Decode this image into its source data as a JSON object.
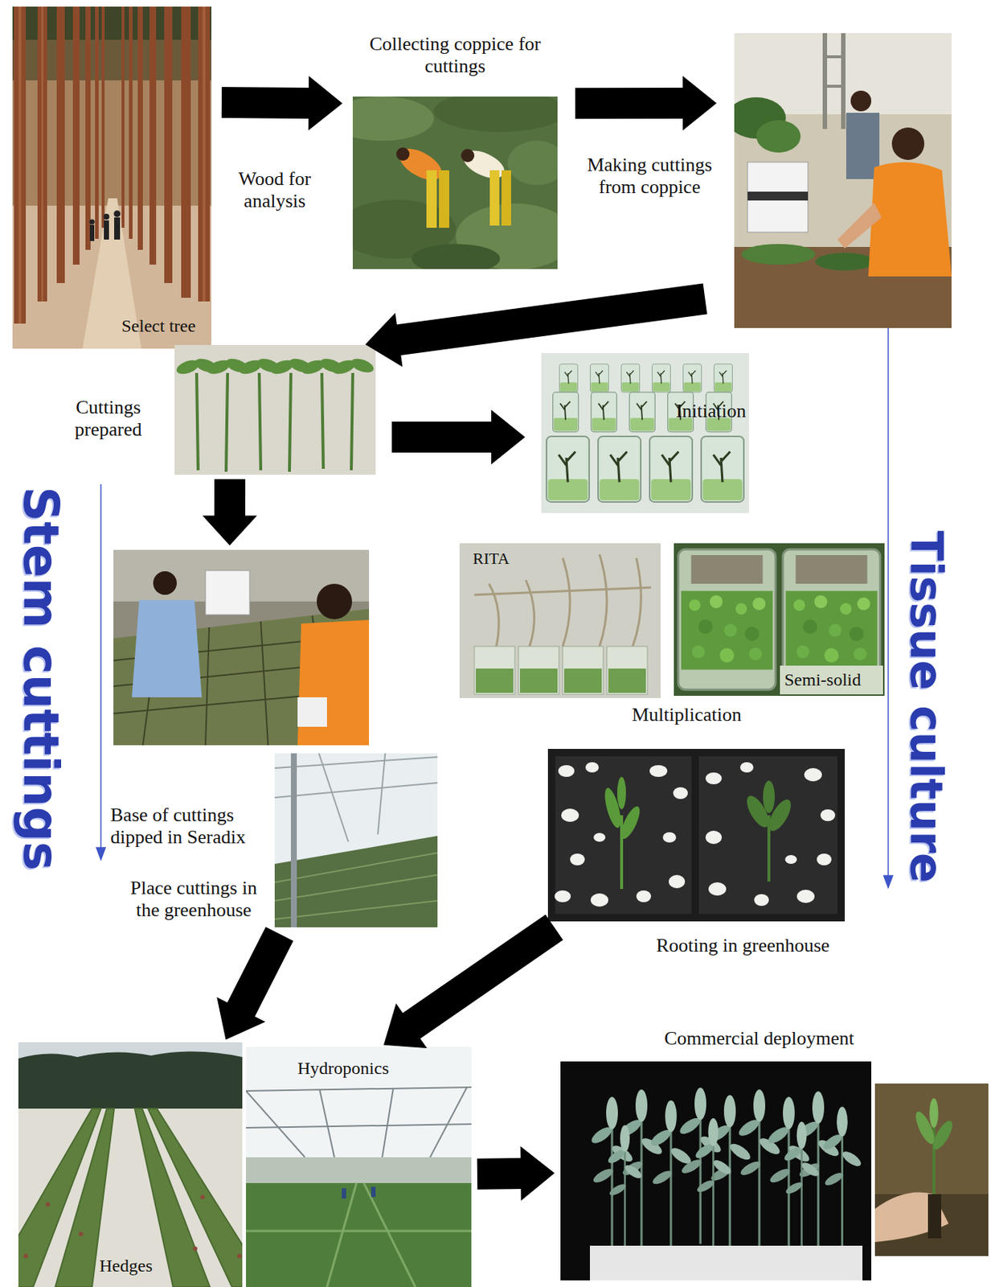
{
  "diagram": {
    "nodes": [
      {
        "text": [
          "Select tree"
        ]
      },
      {
        "text": [
          "Collecting coppice for cuttings"
        ]
      },
      {
        "text": [
          "Making cuttings from coppice"
        ]
      },
      {
        "text": [
          "Cuttings prepared"
        ]
      },
      {
        "text": [
          "Initiation"
        ]
      },
      {
        "text": [
          "Base of cuttings dipped in Seradix"
        ]
      },
      {
        "text": [
          "Place cuttings in the greenhouse"
        ]
      },
      {
        "text": [
          "RITA"
        ]
      },
      {
        "text": [
          "Semi-solid"
        ]
      },
      {
        "text": [
          "Rooting in greenhouse"
        ]
      },
      {
        "text": [
          "Hedges"
        ]
      },
      {
        "text": [
          "Hydroponics"
        ]
      },
      {
        "text": [
          "Commercial deployment"
        ]
      }
    ],
    "edges": [
      {
        "from": 0,
        "to": 1,
        "arrow": "to",
        "label": "Wood for analysis"
      },
      {
        "from": 1,
        "to": 2,
        "arrow": "to"
      },
      {
        "from": 2,
        "to": 3,
        "arrow": "to"
      },
      {
        "from": 3,
        "to": 4,
        "arrow": "to"
      },
      {
        "from": 3,
        "to": 5,
        "arrow": "to"
      },
      {
        "from": 6,
        "to": 10,
        "arrow": "to"
      },
      {
        "from": 9,
        "to": 11,
        "arrow": "to"
      },
      {
        "from": 11,
        "to": 12,
        "arrow": "to"
      }
    ],
    "labels": [
      "Stem cuttings",
      "Tissue culture",
      "Multiplication"
    ]
  }
}
